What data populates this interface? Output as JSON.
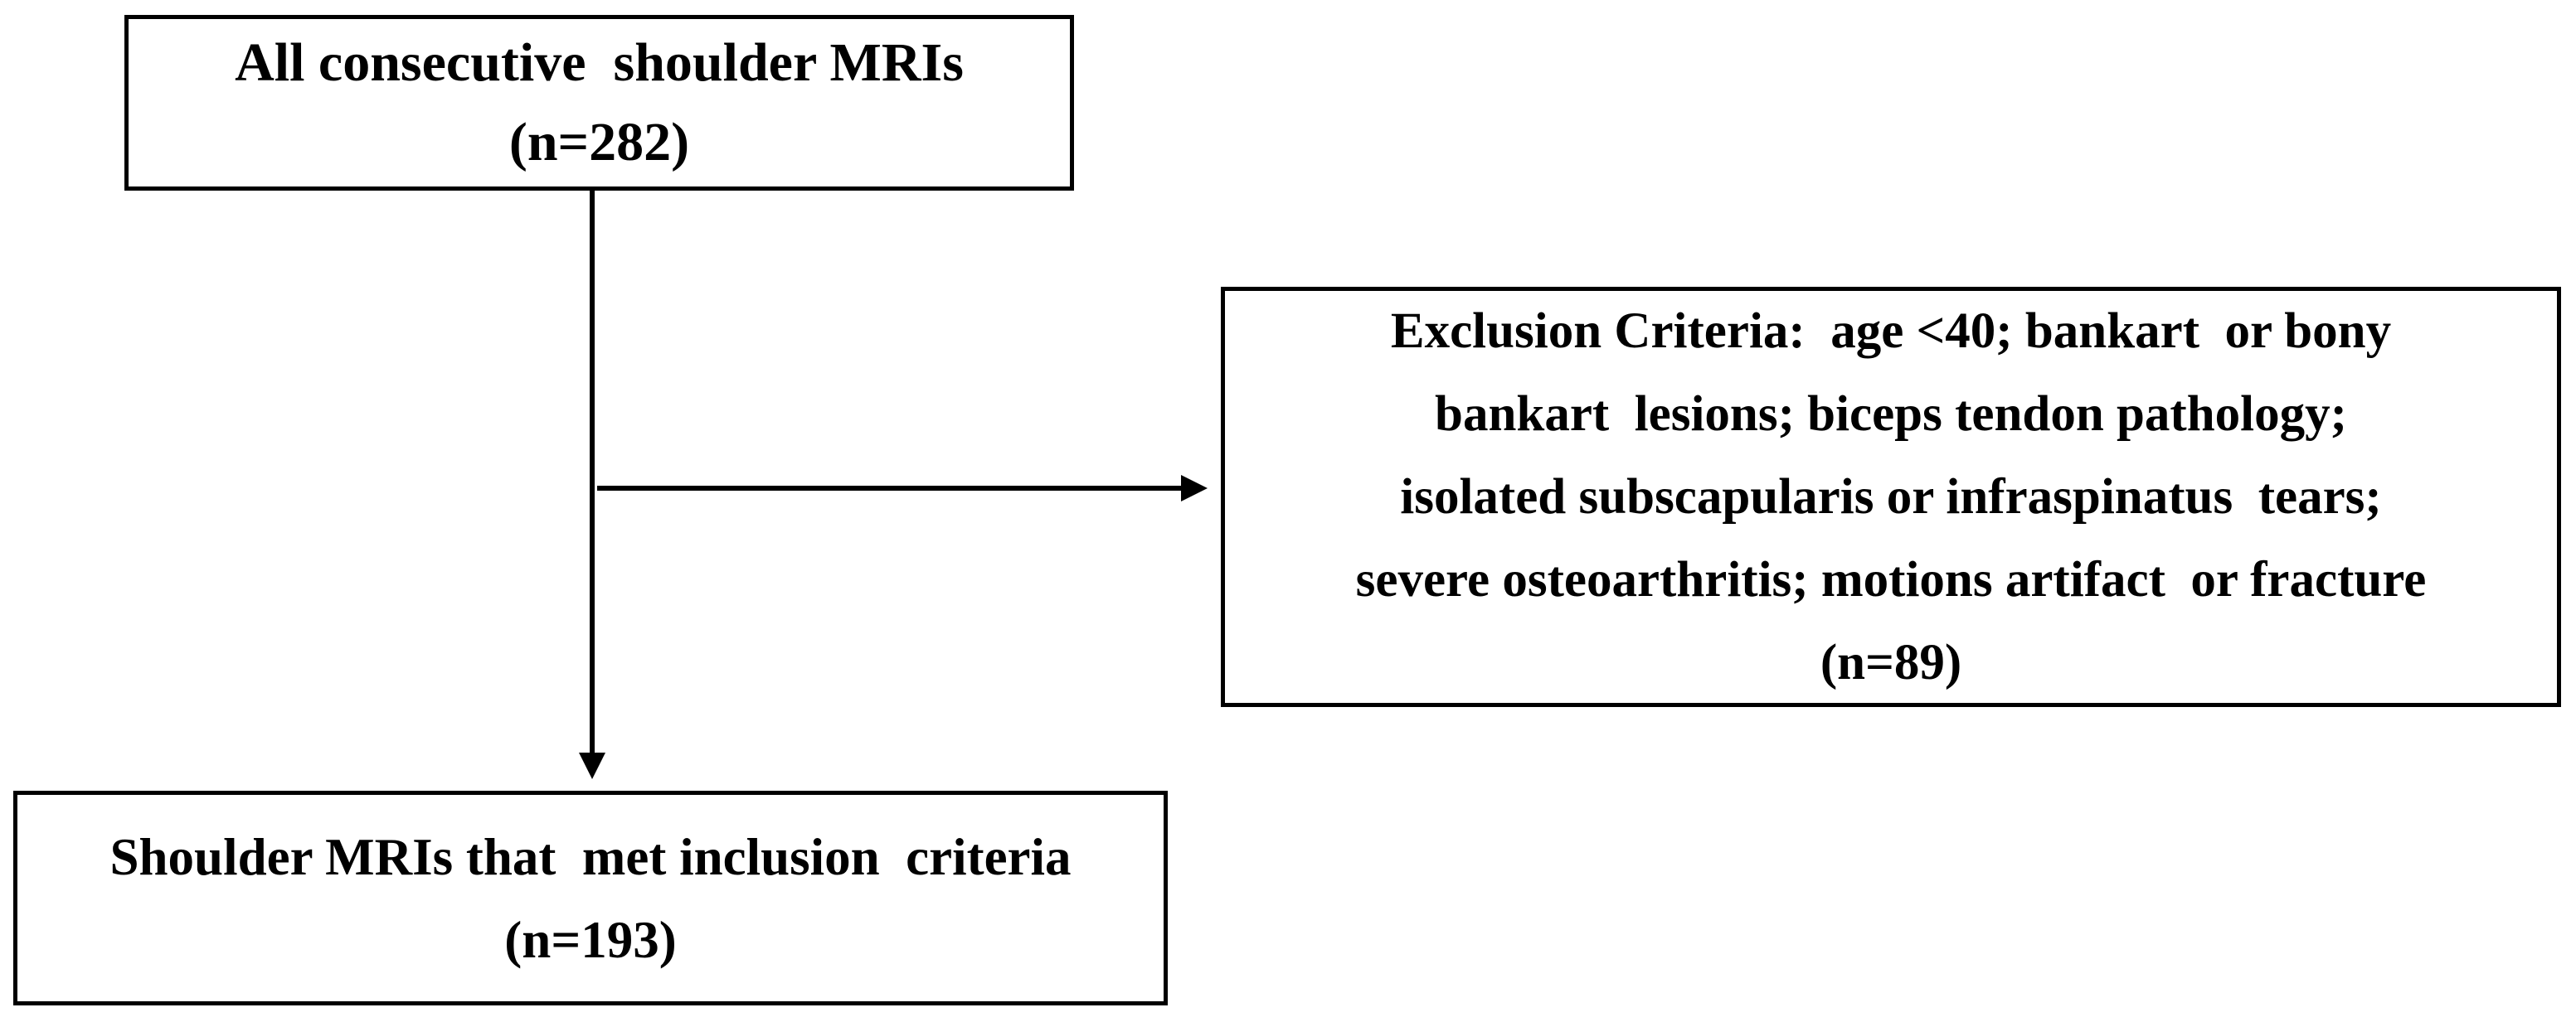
{
  "diagram": {
    "title": "Shoulder MRI study inclusion flowchart",
    "colors": {
      "background": "#ffffff",
      "border": "#000000",
      "text": "#000000",
      "arrow": "#000000"
    },
    "nodes": {
      "all_mris": {
        "lines": [
          "All consecutive  shoulder MRIs",
          "(n=282)"
        ],
        "n": 282
      },
      "exclusion": {
        "lines": [
          "Exclusion Criteria:  age <40; bankart  or bony",
          "bankart  lesions; biceps tendon pathology;",
          "isolated subscapularis or infraspinatus  tears;",
          "severe osteoarthritis; motions artifact  or fracture",
          "(n=89)"
        ],
        "n": 89
      },
      "inclusion": {
        "lines": [
          "Shoulder MRIs that  met inclusion  criteria",
          "(n=193)"
        ],
        "n": 193
      }
    },
    "edges": [
      {
        "from": "all_mris",
        "to": "inclusion",
        "direction": "down"
      },
      {
        "from": "all_mris",
        "to": "exclusion",
        "direction": "right"
      }
    ]
  }
}
